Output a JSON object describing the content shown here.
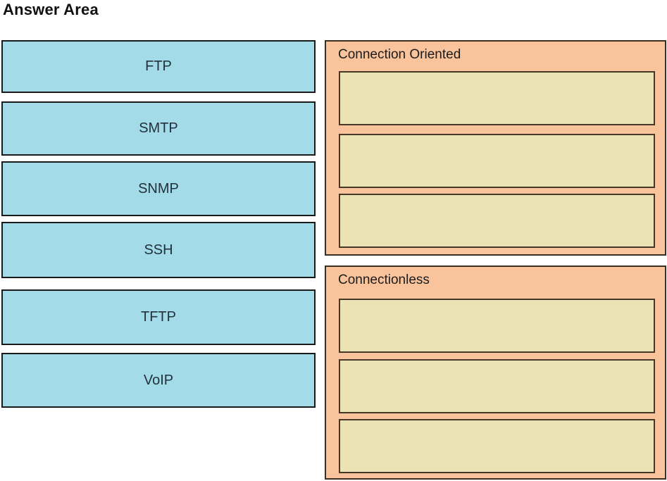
{
  "title": "Answer Area",
  "colors": {
    "protocol_fill": "#A3DBE9",
    "protocol_border": "#1A1A1A",
    "protocol_text": "#22313B",
    "category_fill": "#F9C39B",
    "category_border": "#3B2F21",
    "slot_fill": "#EBE3B3",
    "slot_border": "#463826",
    "title_text": "#111111"
  },
  "protocols": [
    {
      "label": "FTP"
    },
    {
      "label": "SMTP"
    },
    {
      "label": "SNMP"
    },
    {
      "label": "SSH"
    },
    {
      "label": "TFTP"
    },
    {
      "label": "VoIP"
    }
  ],
  "categories": [
    {
      "title": "Connection Oriented",
      "slot_count": 3
    },
    {
      "title": "Connectionless",
      "slot_count": 3
    }
  ]
}
